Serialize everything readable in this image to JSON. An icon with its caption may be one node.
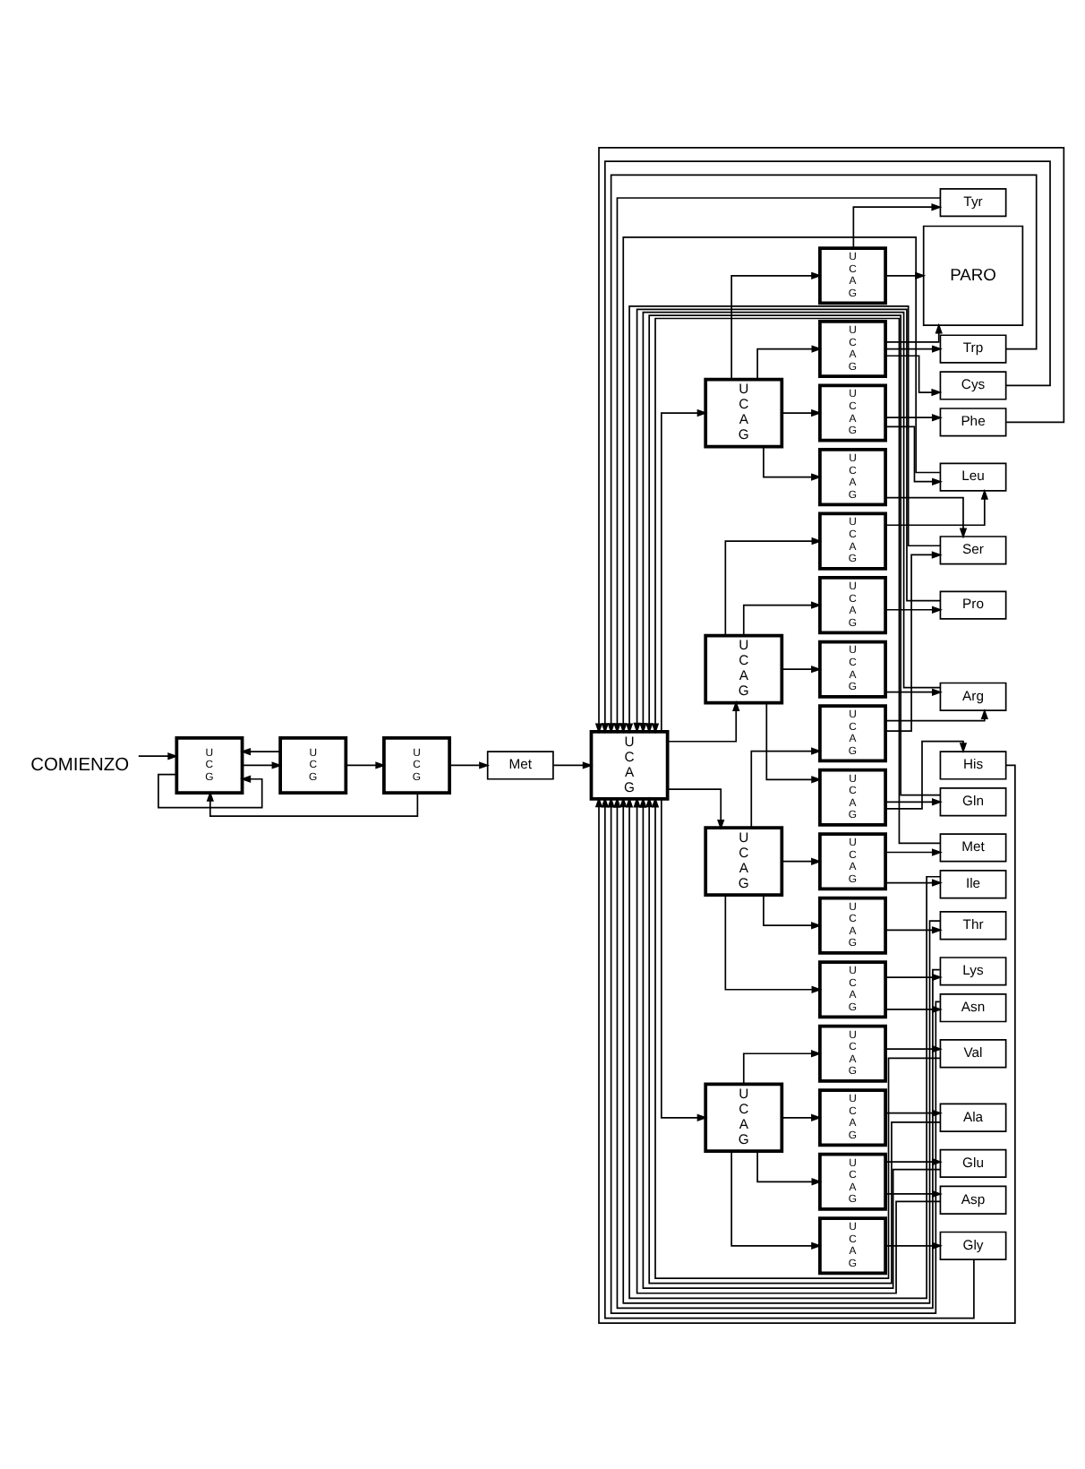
{
  "diagram": {
    "nodes": [
      {
        "text": [
          "COMIENZO"
        ]
      },
      {
        "text": [
          "U",
          "C",
          "G"
        ]
      },
      {
        "text": [
          "U",
          "C",
          "G"
        ]
      },
      {
        "text": [
          "U",
          "C",
          "G"
        ]
      },
      {
        "text": [
          "Met"
        ]
      },
      {
        "text": [
          "U",
          "C",
          "A",
          "G"
        ]
      },
      {
        "text": [
          "U",
          "C",
          "A",
          "G"
        ]
      },
      {
        "text": [
          "U",
          "C",
          "A",
          "G"
        ]
      },
      {
        "text": [
          "U",
          "C",
          "A",
          "G"
        ]
      },
      {
        "text": [
          "U",
          "C",
          "A",
          "G"
        ]
      },
      {
        "text": [
          "U",
          "C",
          "A",
          "G"
        ]
      },
      {
        "text": [
          "U",
          "C",
          "A",
          "G"
        ]
      },
      {
        "text": [
          "U",
          "C",
          "A",
          "G"
        ]
      },
      {
        "text": [
          "U",
          "C",
          "A",
          "G"
        ]
      },
      {
        "text": [
          "U",
          "C",
          "A",
          "G"
        ]
      },
      {
        "text": [
          "U",
          "C",
          "A",
          "G"
        ]
      },
      {
        "text": [
          "U",
          "C",
          "A",
          "G"
        ]
      },
      {
        "text": [
          "U",
          "C",
          "A",
          "G"
        ]
      },
      {
        "text": [
          "U",
          "C",
          "A",
          "G"
        ]
      },
      {
        "text": [
          "U",
          "C",
          "A",
          "G"
        ]
      },
      {
        "text": [
          "U",
          "C",
          "A",
          "G"
        ]
      },
      {
        "text": [
          "U",
          "C",
          "A",
          "G"
        ]
      },
      {
        "text": [
          "U",
          "C",
          "A",
          "G"
        ]
      },
      {
        "text": [
          "U",
          "C",
          "A",
          "G"
        ]
      },
      {
        "text": [
          "U",
          "C",
          "A",
          "G"
        ]
      },
      {
        "text": [
          "U",
          "C",
          "A",
          "G"
        ]
      },
      {
        "text": [
          "Phe"
        ]
      },
      {
        "text": [
          "Ser"
        ]
      },
      {
        "text": [
          "Tyr"
        ]
      },
      {
        "text": [
          "Cys"
        ]
      },
      {
        "text": [
          "Trp"
        ]
      },
      {
        "text": [
          "Leu"
        ]
      },
      {
        "text": [
          "Pro"
        ]
      },
      {
        "text": [
          "His"
        ]
      },
      {
        "text": [
          "Gln"
        ]
      },
      {
        "text": [
          "Arg"
        ]
      },
      {
        "text": [
          "Ile"
        ]
      },
      {
        "text": [
          "Met"
        ]
      },
      {
        "text": [
          "Thr"
        ]
      },
      {
        "text": [
          "Asn"
        ]
      },
      {
        "text": [
          "Lys"
        ]
      },
      {
        "text": [
          "Val"
        ]
      },
      {
        "text": [
          "Ala"
        ]
      },
      {
        "text": [
          "Asp"
        ]
      },
      {
        "text": [
          "Glu"
        ]
      },
      {
        "text": [
          "Gly"
        ]
      },
      {
        "text": [
          "PARO"
        ]
      }
    ],
    "edges": [
      {
        "from": 0,
        "to": 1,
        "arrow": "to"
      },
      {
        "from": 1,
        "to": 1,
        "arrow": "to"
      },
      {
        "from": 2,
        "to": 1,
        "arrow": "to"
      },
      {
        "from": 3,
        "to": 1,
        "arrow": "to"
      },
      {
        "from": 1,
        "to": 2,
        "arrow": "to"
      },
      {
        "from": 2,
        "to": 3,
        "arrow": "to"
      },
      {
        "from": 3,
        "to": 4,
        "arrow": "to"
      },
      {
        "from": 4,
        "to": 5,
        "arrow": "to"
      },
      {
        "from": 5,
        "to": 6,
        "arrow": "to"
      },
      {
        "from": 5,
        "to": 7,
        "arrow": "to"
      },
      {
        "from": 5,
        "to": 8,
        "arrow": "to"
      },
      {
        "from": 5,
        "to": 9,
        "arrow": "to"
      },
      {
        "from": 6,
        "to": 10,
        "arrow": "to"
      },
      {
        "from": 6,
        "to": 11,
        "arrow": "to"
      },
      {
        "from": 6,
        "to": 12,
        "arrow": "to"
      },
      {
        "from": 6,
        "to": 13,
        "arrow": "to"
      },
      {
        "from": 7,
        "to": 14,
        "arrow": "to"
      },
      {
        "from": 7,
        "to": 15,
        "arrow": "to"
      },
      {
        "from": 7,
        "to": 16,
        "arrow": "to"
      },
      {
        "from": 7,
        "to": 17,
        "arrow": "to"
      },
      {
        "from": 8,
        "to": 18,
        "arrow": "to"
      },
      {
        "from": 8,
        "to": 19,
        "arrow": "to"
      },
      {
        "from": 8,
        "to": 20,
        "arrow": "to"
      },
      {
        "from": 8,
        "to": 21,
        "arrow": "to"
      },
      {
        "from": 9,
        "to": 22,
        "arrow": "to"
      },
      {
        "from": 9,
        "to": 23,
        "arrow": "to"
      },
      {
        "from": 9,
        "to": 24,
        "arrow": "to"
      },
      {
        "from": 9,
        "to": 25,
        "arrow": "to"
      },
      {
        "from": 10,
        "to": 26,
        "arrow": "to"
      },
      {
        "from": 10,
        "to": 31,
        "arrow": "to"
      },
      {
        "from": 11,
        "to": 27,
        "arrow": "to"
      },
      {
        "from": 12,
        "to": 28,
        "arrow": "to"
      },
      {
        "from": 12,
        "to": 46,
        "arrow": "to"
      },
      {
        "from": 13,
        "to": 29,
        "arrow": "to"
      },
      {
        "from": 13,
        "to": 46,
        "arrow": "to"
      },
      {
        "from": 13,
        "to": 30,
        "arrow": "to"
      },
      {
        "from": 14,
        "to": 31,
        "arrow": "to"
      },
      {
        "from": 15,
        "to": 32,
        "arrow": "to"
      },
      {
        "from": 16,
        "to": 33,
        "arrow": "to"
      },
      {
        "from": 16,
        "to": 34,
        "arrow": "to"
      },
      {
        "from": 17,
        "to": 35,
        "arrow": "to"
      },
      {
        "from": 18,
        "to": 36,
        "arrow": "to"
      },
      {
        "from": 18,
        "to": 37,
        "arrow": "to"
      },
      {
        "from": 19,
        "to": 38,
        "arrow": "to"
      },
      {
        "from": 20,
        "to": 39,
        "arrow": "to"
      },
      {
        "from": 20,
        "to": 40,
        "arrow": "to"
      },
      {
        "from": 21,
        "to": 27,
        "arrow": "to"
      },
      {
        "from": 21,
        "to": 35,
        "arrow": "to"
      },
      {
        "from": 22,
        "to": 41,
        "arrow": "to"
      },
      {
        "from": 23,
        "to": 42,
        "arrow": "to"
      },
      {
        "from": 24,
        "to": 43,
        "arrow": "to"
      },
      {
        "from": 24,
        "to": 44,
        "arrow": "to"
      },
      {
        "from": 25,
        "to": 45,
        "arrow": "to"
      },
      {
        "from": 26,
        "to": 5,
        "arrow": "to"
      },
      {
        "from": 27,
        "to": 5,
        "arrow": "to"
      },
      {
        "from": 28,
        "to": 5,
        "arrow": "to"
      },
      {
        "from": 29,
        "to": 5,
        "arrow": "to"
      },
      {
        "from": 30,
        "to": 5,
        "arrow": "to"
      },
      {
        "from": 31,
        "to": 5,
        "arrow": "to"
      },
      {
        "from": 32,
        "to": 5,
        "arrow": "to"
      },
      {
        "from": 33,
        "to": 5,
        "arrow": "to"
      },
      {
        "from": 34,
        "to": 5,
        "arrow": "to"
      },
      {
        "from": 35,
        "to": 5,
        "arrow": "to"
      },
      {
        "from": 36,
        "to": 5,
        "arrow": "to"
      },
      {
        "from": 37,
        "to": 5,
        "arrow": "to"
      },
      {
        "from": 38,
        "to": 5,
        "arrow": "to"
      },
      {
        "from": 39,
        "to": 5,
        "arrow": "to"
      },
      {
        "from": 40,
        "to": 5,
        "arrow": "to"
      },
      {
        "from": 41,
        "to": 5,
        "arrow": "to"
      },
      {
        "from": 42,
        "to": 5,
        "arrow": "to"
      },
      {
        "from": 43,
        "to": 5,
        "arrow": "to"
      },
      {
        "from": 44,
        "to": 5,
        "arrow": "to"
      },
      {
        "from": 45,
        "to": 5,
        "arrow": "to"
      }
    ]
  }
}
